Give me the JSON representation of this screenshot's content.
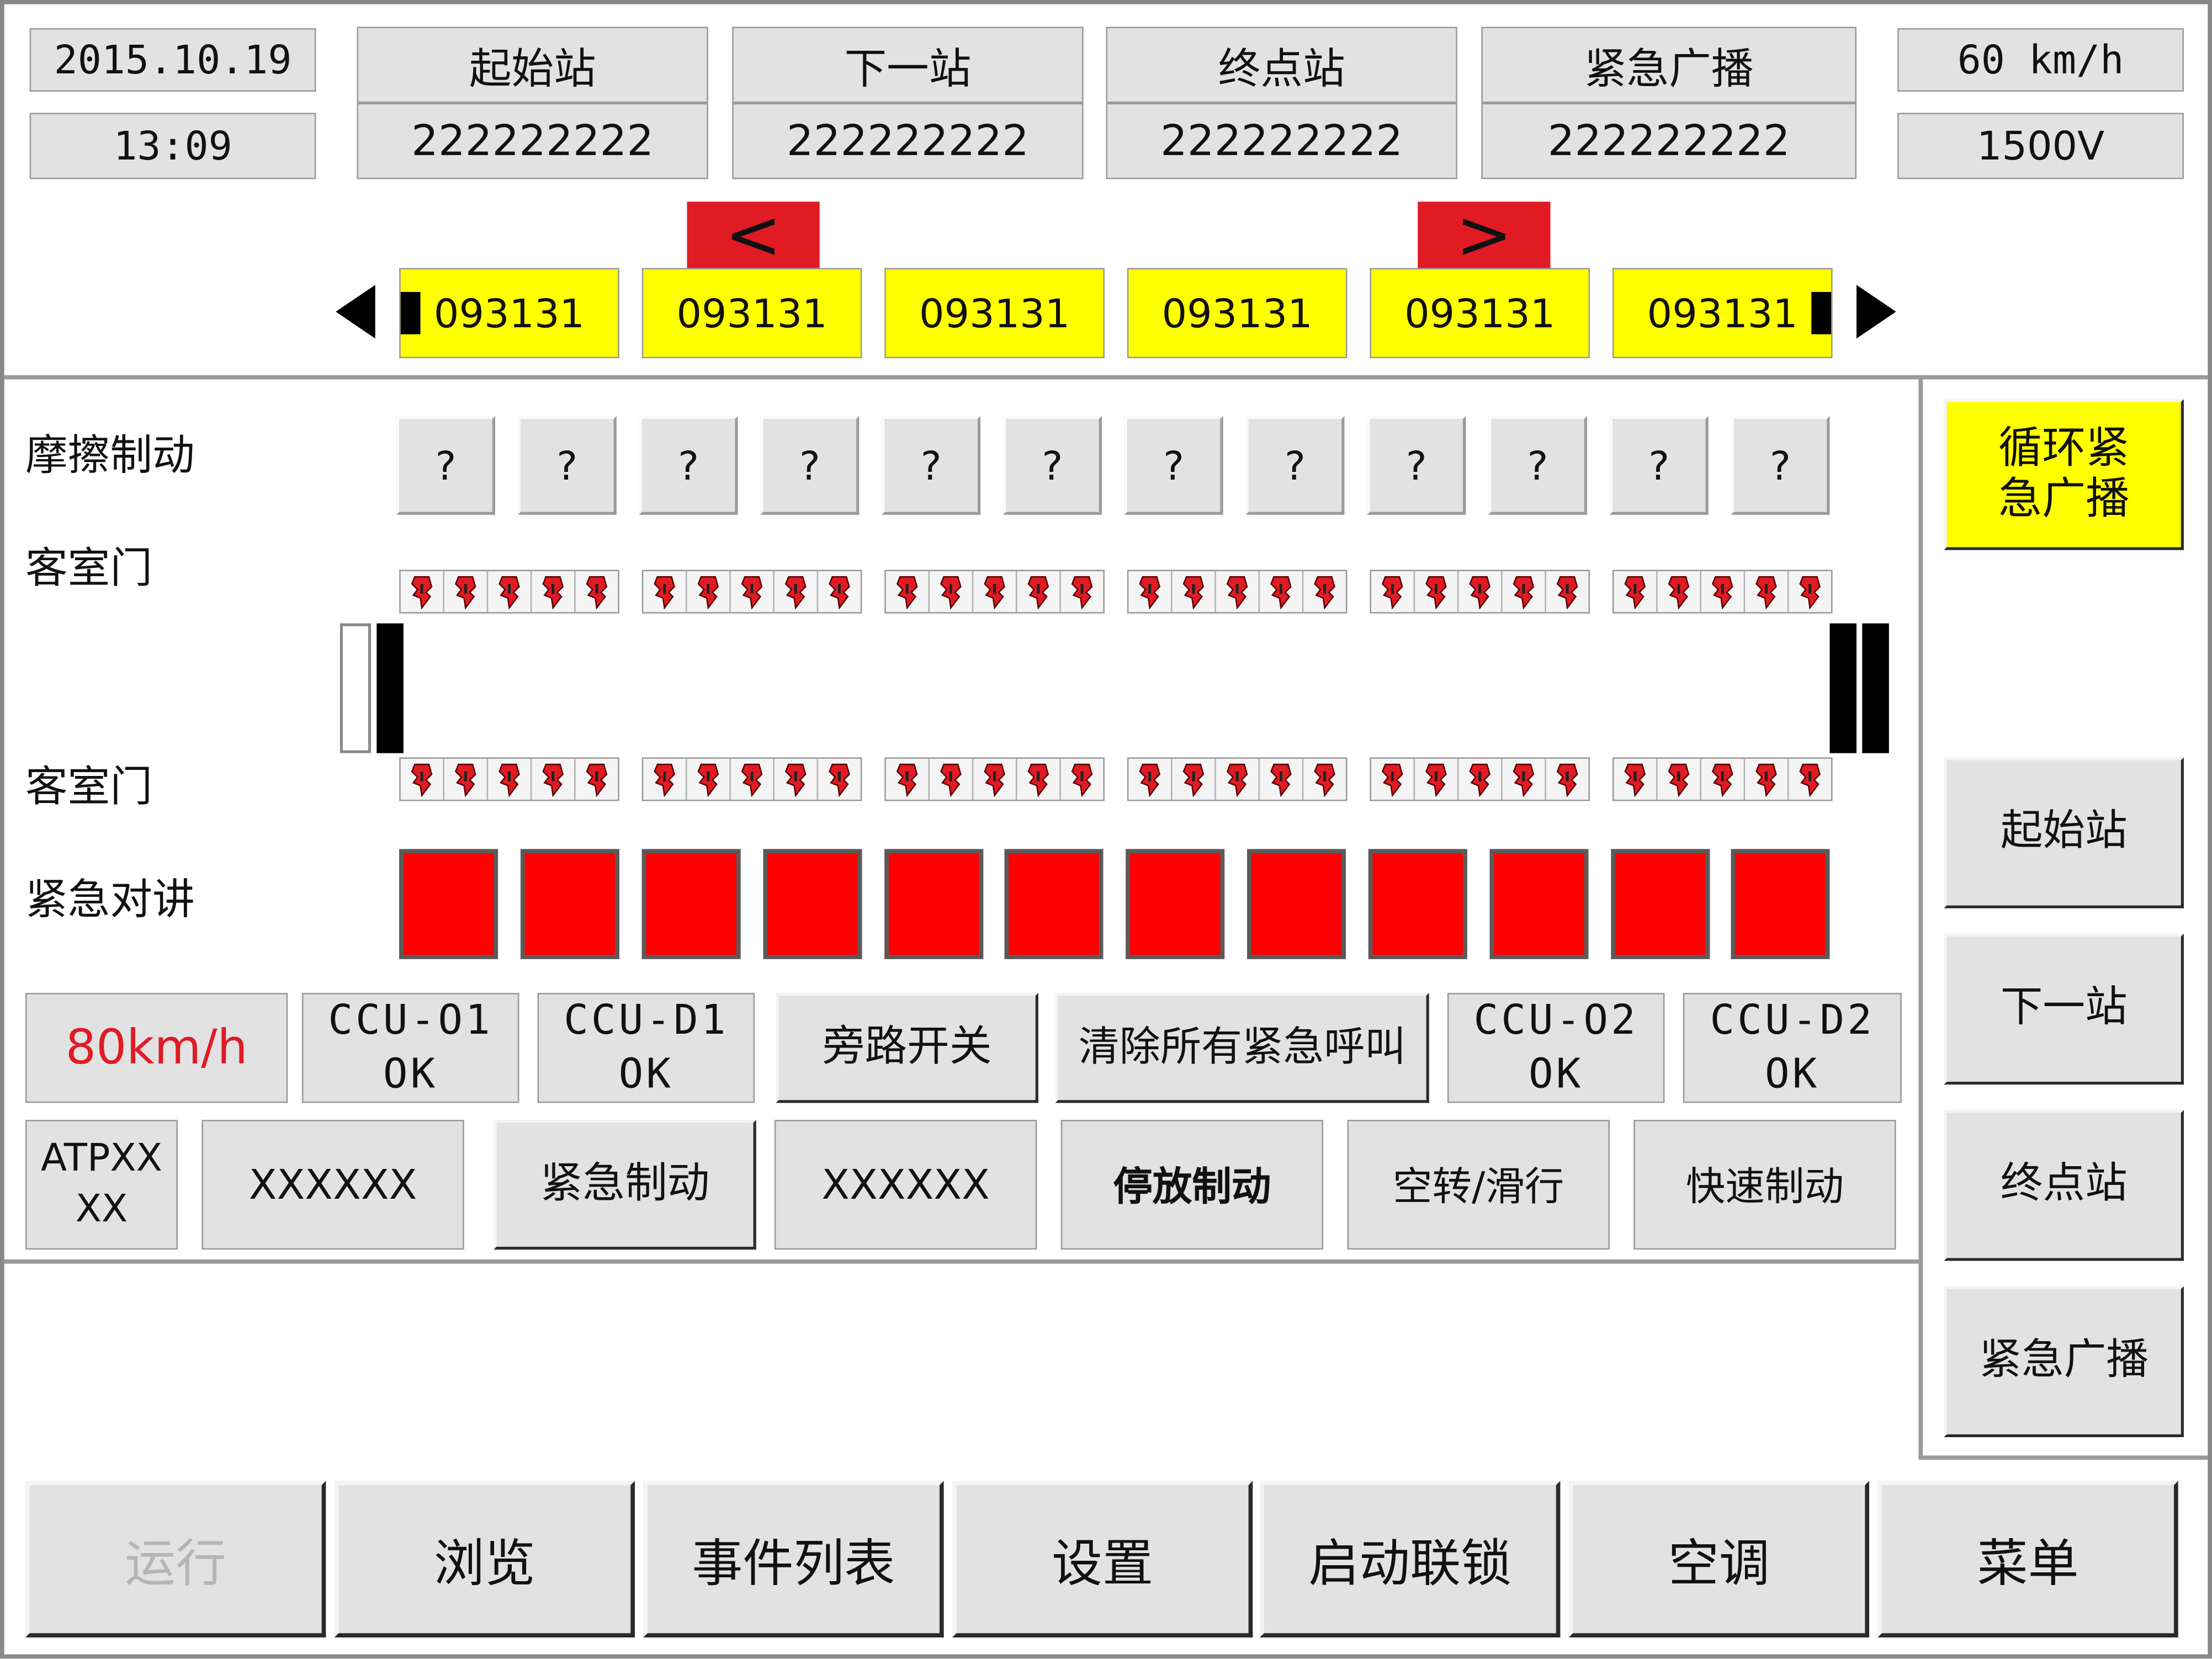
{
  "header": {
    "date": "2015.10.19",
    "time": "13:09",
    "speed": "60 km/h",
    "voltage": "1500V",
    "stations": [
      {
        "label": "起始站",
        "value": "222222222"
      },
      {
        "label": "下一站",
        "value": "222222222"
      },
      {
        "label": "终点站",
        "value": "222222222"
      },
      {
        "label": "紧急广播",
        "value": "222222222"
      }
    ]
  },
  "train": {
    "cars": [
      "093131",
      "093131",
      "093131",
      "093131",
      "093131",
      "093131"
    ],
    "active_car_left": "<",
    "active_car_right": ">"
  },
  "rows": {
    "friction_brake_label": "摩擦制动",
    "friction_brake_values": [
      "?",
      "?",
      "?",
      "?",
      "?",
      "?",
      "?",
      "?",
      "?",
      "?",
      "?",
      "?"
    ],
    "door_top_label": "客室门",
    "door_bottom_label": "客室门",
    "emergency_talk_label": "紧急对讲"
  },
  "status_row1": [
    {
      "label": "80km/h",
      "color": "#e01b24"
    },
    {
      "label": "CCU-O1\nOK"
    },
    {
      "label": "CCU-D1\nOK"
    },
    {
      "label": "旁路开关"
    },
    {
      "label": "清除所有紧急呼叫"
    },
    {
      "label": "CCU-O2\nOK"
    },
    {
      "label": "CCU-D2\nOK"
    }
  ],
  "status_row2": [
    {
      "label": "ATPXX\nXX"
    },
    {
      "label": "XXXXXX"
    },
    {
      "label": "紧急制动"
    },
    {
      "label": "XXXXXX"
    },
    {
      "label": "停放制动"
    },
    {
      "label": "空转/滑行"
    },
    {
      "label": "快速制动"
    }
  ],
  "sidebar": {
    "cycle_broadcast": "循环紧\n急广播",
    "buttons": [
      "起始站",
      "下一站",
      "终点站",
      "紧急广播"
    ]
  },
  "tabs": [
    "运行",
    "浏览",
    "事件列表",
    "设置",
    "启动联锁",
    "空调",
    "菜单"
  ],
  "colors": {
    "car_yellow": "#ffff00",
    "alarm_red": "#ff0000",
    "panel_gray": "#e2e2e2",
    "disabled_text": "#b5b5b5"
  }
}
